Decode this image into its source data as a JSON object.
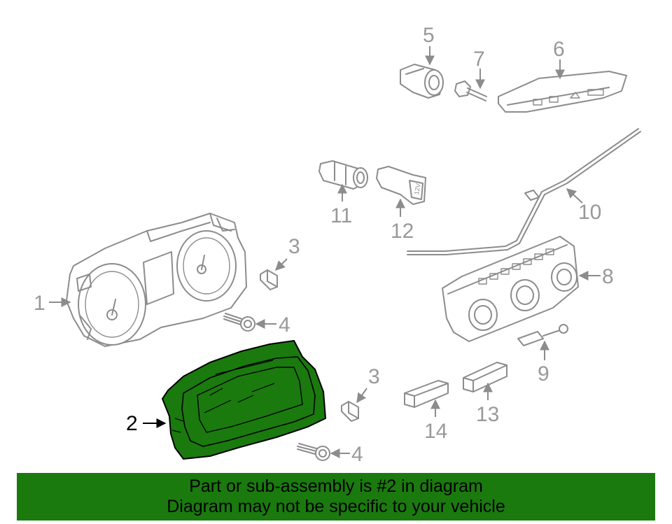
{
  "diagram": {
    "callouts": [
      {
        "id": "1",
        "label": "1"
      },
      {
        "id": "2",
        "label": "2"
      },
      {
        "id": "3a",
        "label": "3"
      },
      {
        "id": "3b",
        "label": "3"
      },
      {
        "id": "4a",
        "label": "4"
      },
      {
        "id": "4b",
        "label": "4"
      },
      {
        "id": "5",
        "label": "5"
      },
      {
        "id": "6",
        "label": "6"
      },
      {
        "id": "7",
        "label": "7"
      },
      {
        "id": "8",
        "label": "8"
      },
      {
        "id": "9",
        "label": "9"
      },
      {
        "id": "10",
        "label": "10"
      },
      {
        "id": "11",
        "label": "11"
      },
      {
        "id": "12",
        "label": "12"
      },
      {
        "id": "13",
        "label": "13"
      },
      {
        "id": "14",
        "label": "14"
      }
    ],
    "highlighted_part": "2",
    "socket_label": "12V",
    "highlight_color": "#1a7a0e",
    "line_color": "#8c8c8c"
  },
  "banner": {
    "line1": "Part or sub-assembly is #2 in diagram",
    "line2": "Diagram may not be specific to your vehicle",
    "background": "#1a7a0e"
  }
}
